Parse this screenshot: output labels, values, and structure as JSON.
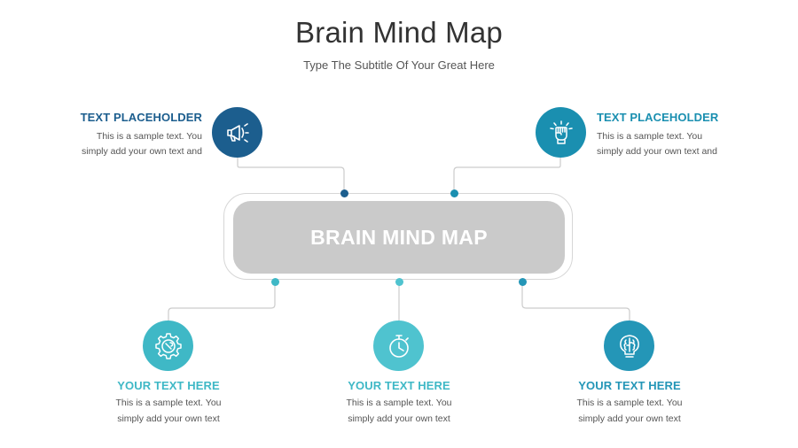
{
  "title": "Brain Mind Map",
  "subtitle": "Type The Subtitle Of Your Great Here",
  "center_label": "BRAIN MIND MAP",
  "colors": {
    "dark_blue": "#1c5e8e",
    "mid_blue": "#1a8fb0",
    "teal": "#3fb8c6",
    "light_teal": "#4fc3cf",
    "blue_teal": "#2496b7",
    "center_gray": "#cacaca",
    "line_gray": "#cccccc"
  },
  "nodes": {
    "top_left": {
      "heading": "TEXT PLACEHOLDER",
      "line1": "This is a sample text. You",
      "line2": "simply add your own text and",
      "icon": "megaphone-icon",
      "color": "#1c5e8e"
    },
    "top_right": {
      "heading": "TEXT PLACEHOLDER",
      "line1": "This is a sample text. You",
      "line2": "simply add your own text and",
      "icon": "raised-fist-icon",
      "color": "#1a8fb0"
    },
    "bottom_left": {
      "heading": "YOUR TEXT HERE",
      "line1": "This is a sample text. You",
      "line2": "simply add your own text",
      "icon": "gear-wrench-icon",
      "color": "#3fb8c6"
    },
    "bottom_center": {
      "heading": "YOUR TEXT HERE",
      "line1": "This is a sample text. You",
      "line2": "simply add your own text",
      "icon": "stopwatch-icon",
      "color": "#4fc3cf"
    },
    "bottom_right": {
      "heading": "YOUR TEXT HERE",
      "line1": "This is a sample text. You",
      "line2": "simply add your own text",
      "icon": "brain-bulb-icon",
      "color": "#2496b7"
    }
  }
}
